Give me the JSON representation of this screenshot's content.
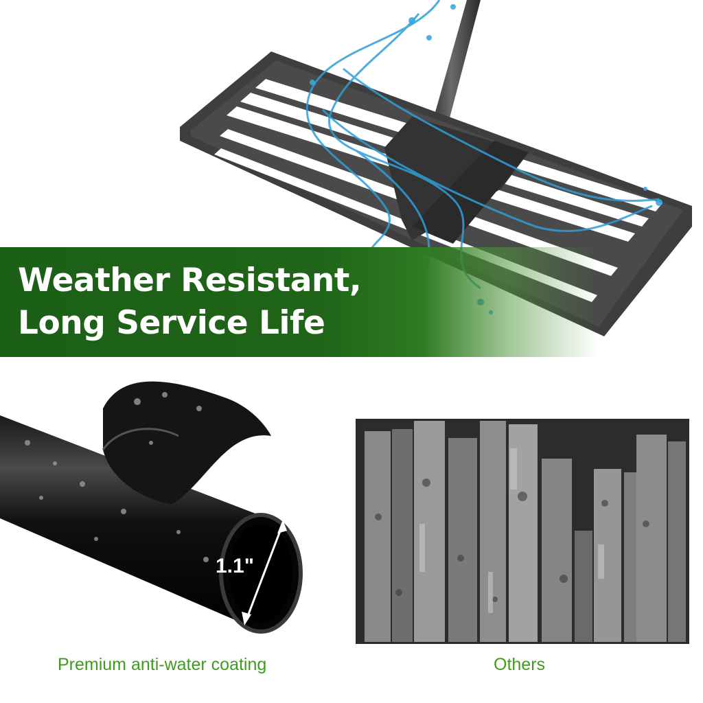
{
  "banner": {
    "line1": "Weather Resistant,",
    "line2": "Long Service Life",
    "color": "#1f6418"
  },
  "pipe": {
    "dimension_label": "1.1\""
  },
  "captions": {
    "left": "Premium anti-water coating",
    "right": "Others",
    "color": "#3f9b1f"
  }
}
